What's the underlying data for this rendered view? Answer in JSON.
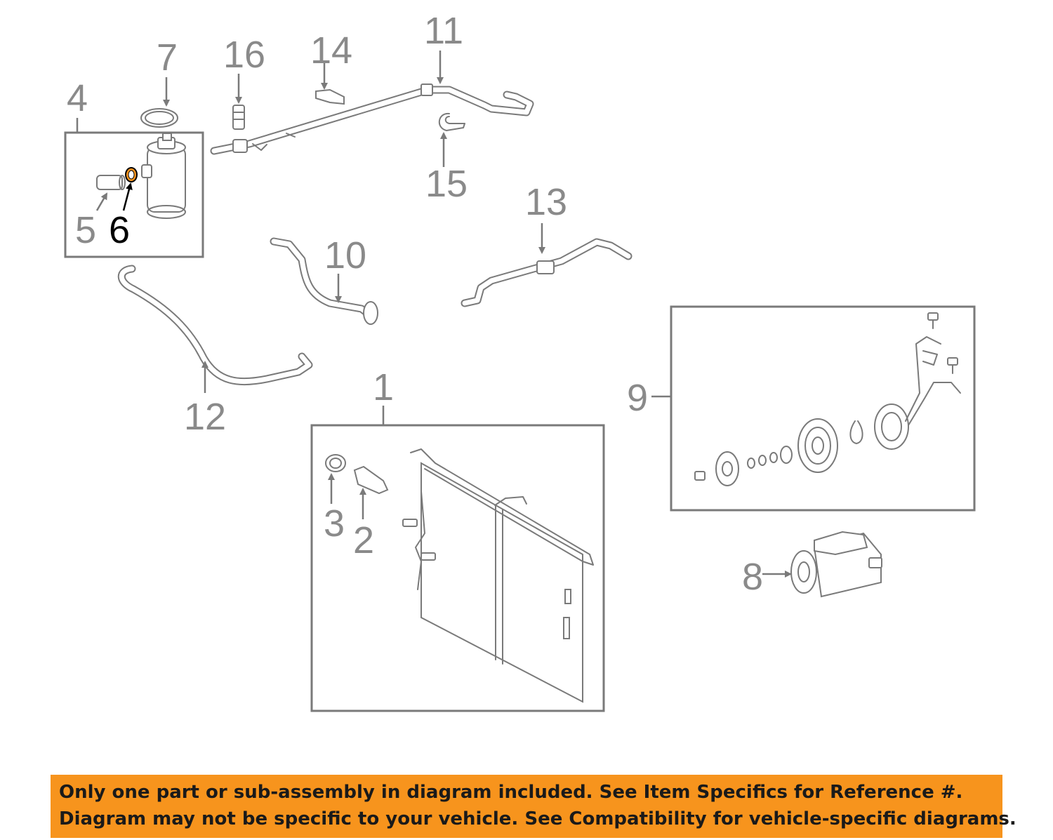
{
  "diagram": {
    "callouts": [
      {
        "id": "1",
        "label": "1"
      },
      {
        "id": "2",
        "label": "2"
      },
      {
        "id": "3",
        "label": "3"
      },
      {
        "id": "4",
        "label": "4"
      },
      {
        "id": "5",
        "label": "5"
      },
      {
        "id": "6",
        "label": "6",
        "highlighted": true
      },
      {
        "id": "7",
        "label": "7"
      },
      {
        "id": "8",
        "label": "8"
      },
      {
        "id": "9",
        "label": "9"
      },
      {
        "id": "10",
        "label": "10"
      },
      {
        "id": "11",
        "label": "11"
      },
      {
        "id": "12",
        "label": "12"
      },
      {
        "id": "13",
        "label": "13"
      },
      {
        "id": "14",
        "label": "14"
      },
      {
        "id": "15",
        "label": "15"
      },
      {
        "id": "16",
        "label": "16"
      }
    ],
    "colors": {
      "line": "#7a7a7a",
      "label": "#8a8a8a",
      "highlight_part": "#f7941d",
      "notice_background": "#f7941d"
    }
  },
  "notice": {
    "line1": "Only one part or sub-assembly in diagram included. See Item Specifics for Reference #.",
    "line2": "Diagram may not be specific to your vehicle. See Compatibility for vehicle-specific diagrams."
  }
}
